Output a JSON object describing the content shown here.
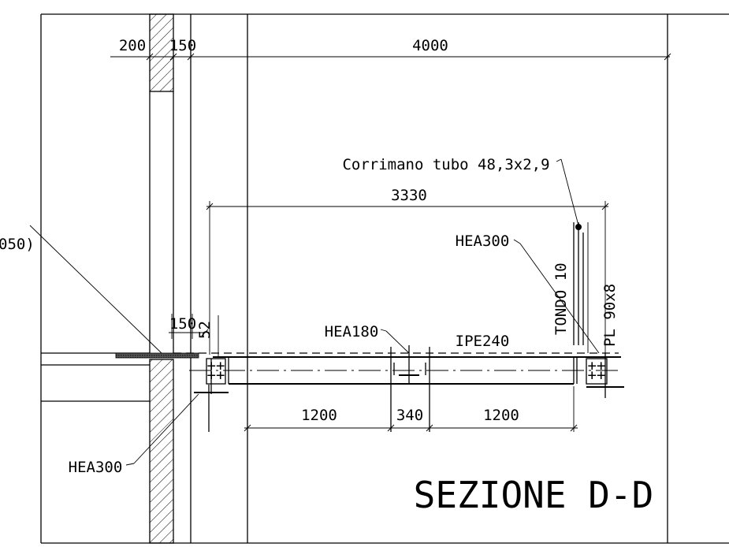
{
  "title": "SEZIONE D-D",
  "dimensions": {
    "wall": "200",
    "gap": "150",
    "span": "4000",
    "stair_width": "3330",
    "edge": "150",
    "offset": "52",
    "left_segment": "1200",
    "middle_segment": "340",
    "right_segment": "1200"
  },
  "labels": {
    "handrail": "Corrimano tubo 48,3x2,9",
    "upper_beam": "HEA300",
    "mid_beam": "HEA180",
    "main_beam": "IPE240",
    "rod": "TONDO 10",
    "plate": "PL 90x8",
    "lower_beam": "HEA300",
    "cut_label": "050)"
  },
  "colors": {
    "line": "#000000",
    "background": "#ffffff"
  }
}
